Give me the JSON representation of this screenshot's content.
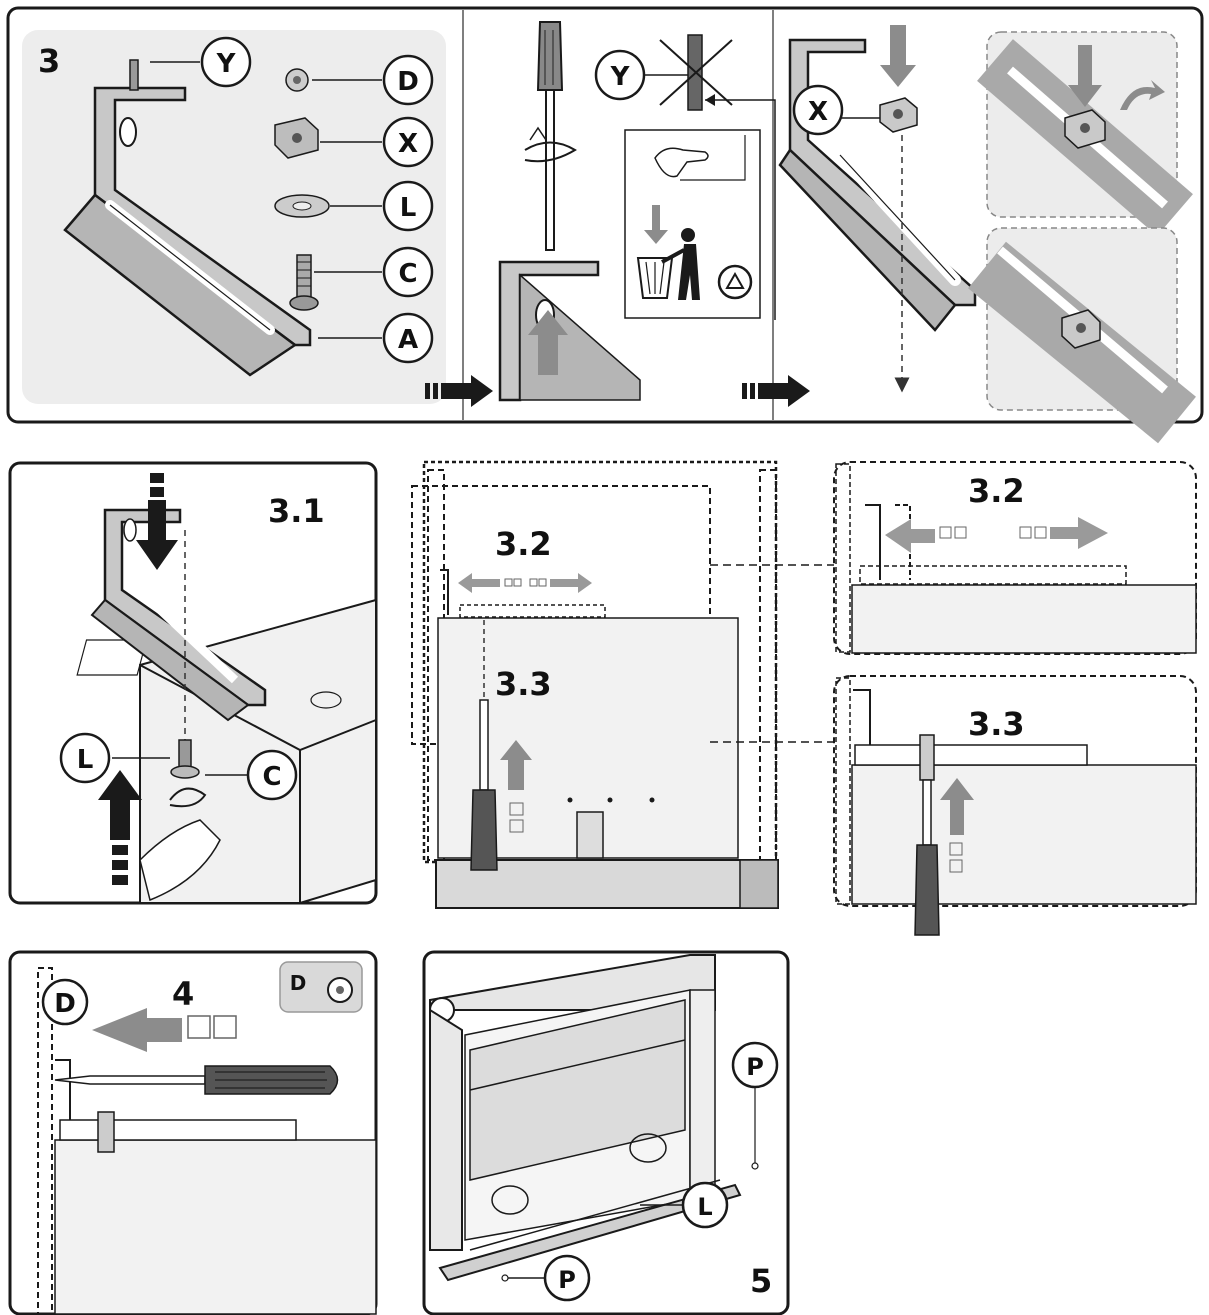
{
  "steps": {
    "s3": "3",
    "s3_1": "3.1",
    "s3_2": "3.2",
    "s3_3": "3.3",
    "s4": "4",
    "s5": "5"
  },
  "parts": {
    "Y": "Y",
    "D": "D",
    "X": "X",
    "L": "L",
    "C": "C",
    "A": "A",
    "P": "P"
  },
  "colors": {
    "outline": "#1a1a1a",
    "panel_bg": "#ededed",
    "metal": "#b9b9b9",
    "arrow_gray": "#8c8c8c",
    "arrow_dark": "#1a1a1a"
  },
  "icons": [
    "screwdriver-icon",
    "trash-bin-icon",
    "recycle-icon",
    "hand-icon"
  ]
}
